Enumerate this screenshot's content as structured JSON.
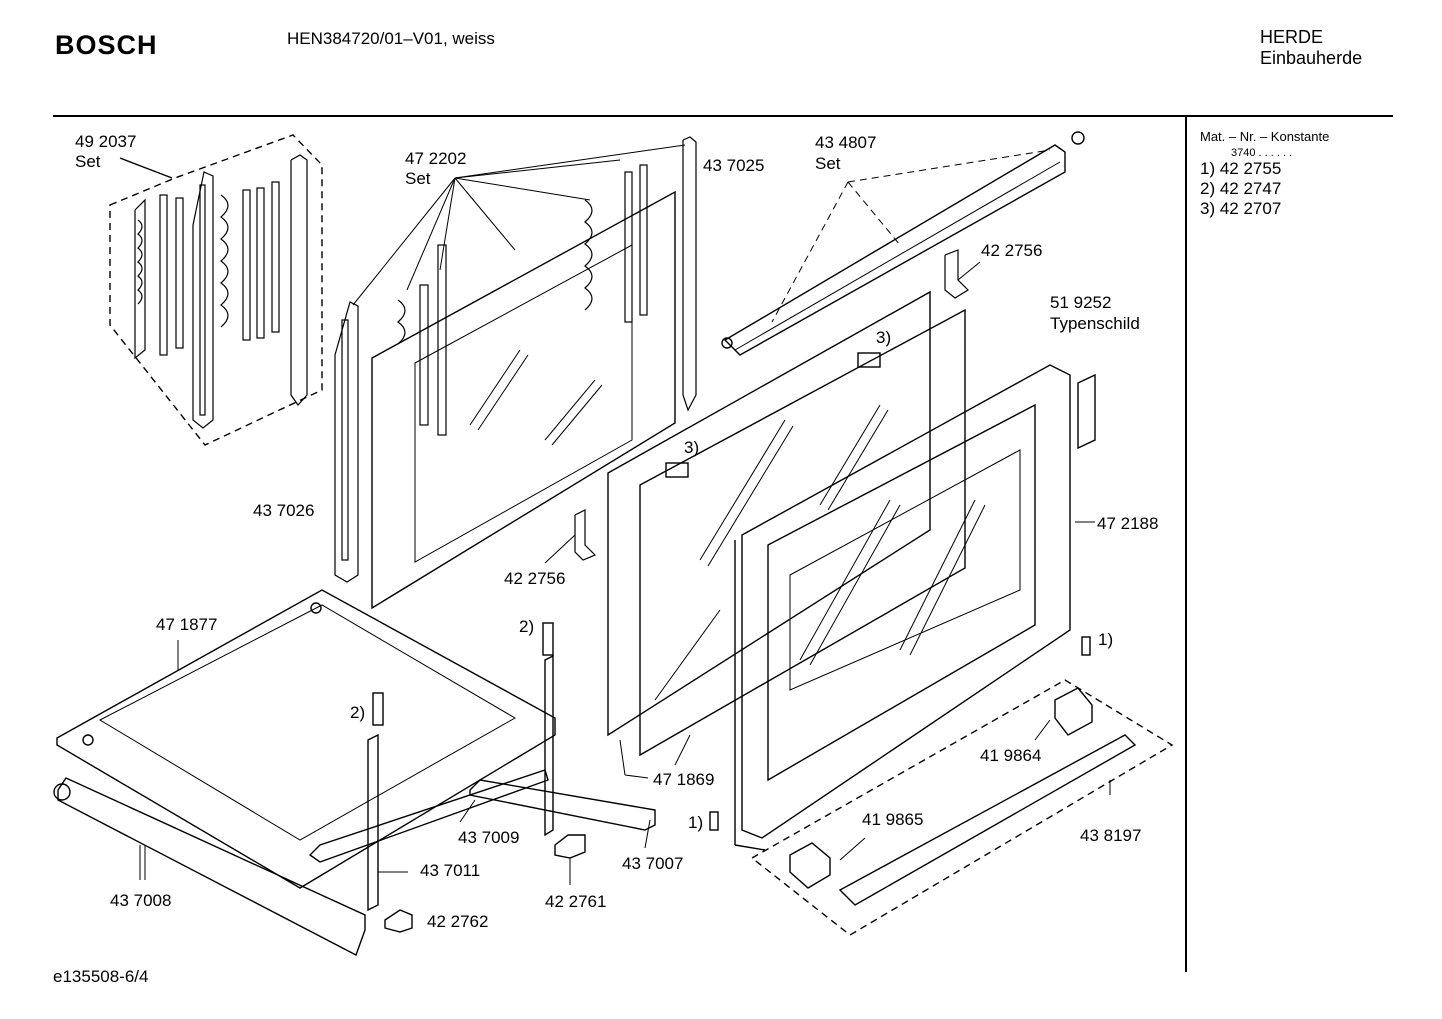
{
  "header": {
    "brand": "BOSCH",
    "model": "HEN384720/01–V01, weiss",
    "category_line1": "HERDE",
    "category_line2": "Einbauherde"
  },
  "sidebar": {
    "title": "Mat. – Nr. – Konstante",
    "sub": "3740 . . . . . .",
    "items": [
      "1) 42 2755",
      "2) 42 2747",
      "3) 42 2707"
    ]
  },
  "labels": {
    "l492037": "49 2037",
    "l492037set": "Set",
    "l472202": "47 2202",
    "l472202set": "Set",
    "l437025": "43 7025",
    "l434807": "43 4807",
    "l434807set": "Set",
    "l422756a": "42 2756",
    "l519252": "51 9252",
    "l519252t": "Typenschild",
    "l3a": "3)",
    "l3b": "3)",
    "l437026": "43 7026",
    "l422756b": "42 2756",
    "l472188": "47 2188",
    "l471877": "47 1877",
    "l2a": "2)",
    "l2b": "2)",
    "l1a": "1)",
    "l1b": "1)",
    "l419864": "41 9864",
    "l471869": "47 1869",
    "l419865": "41 9865",
    "l438197": "43 8197",
    "l437009": "43 7009",
    "l437007": "43 7007",
    "l437011": "43 7011",
    "l437008": "43 7008",
    "l422761": "42 2761",
    "l422762": "42 2762"
  },
  "footer": {
    "code": "e135508-6/4"
  }
}
